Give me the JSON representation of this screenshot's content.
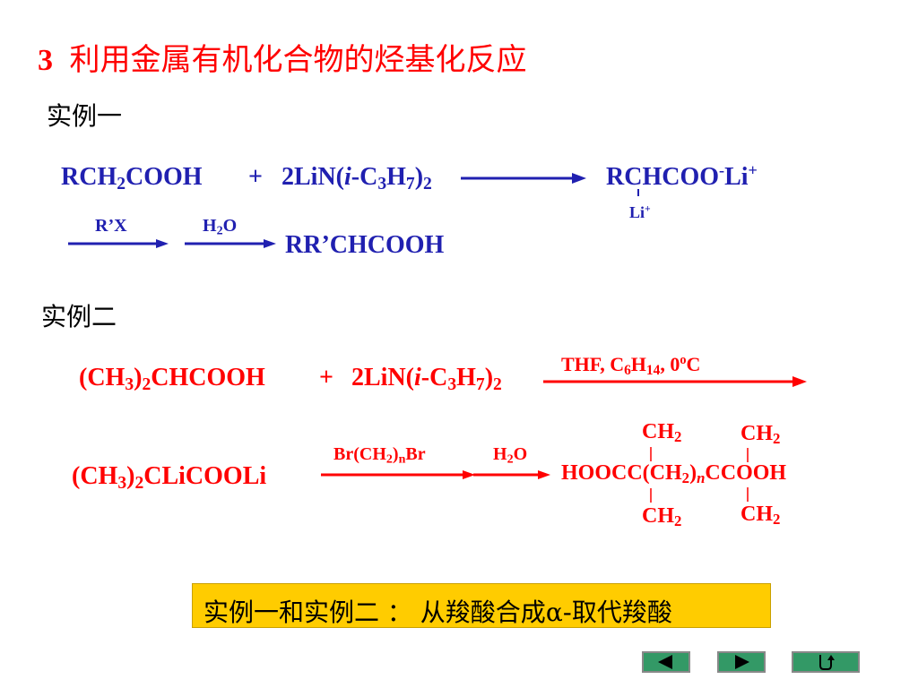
{
  "title": {
    "number": "3",
    "text": "利用金属有机化合物的烃基化反应"
  },
  "example1": {
    "label": "实例一",
    "reactant1": {
      "p1": "RCH",
      "s1": "2",
      "p2": "COOH"
    },
    "plus": "+",
    "reactant2": {
      "p1": "2LiN(",
      "it": "i",
      "p2": "-C",
      "s1": "3",
      "p3": "H",
      "s2": "7",
      "p4": ")",
      "s3": "2"
    },
    "product1": {
      "p1": "RCHCOO",
      "sup1": "-",
      "p2": "Li",
      "sup2": "+"
    },
    "li_below": {
      "p1": "Li",
      "sup": "+"
    },
    "reagent_rx": "R’X",
    "reagent_h2o": {
      "p1": "H",
      "s1": "2",
      "p2": "O"
    },
    "product2": "RR’CHCOOH"
  },
  "example2": {
    "label": "实例二",
    "reactant1": {
      "p1": "(CH",
      "s1": "3",
      "p2": ")",
      "s2": "2",
      "p3": "CHCOOH"
    },
    "plus": "+",
    "reactant2": {
      "p1": "2LiN(",
      "it": "i",
      "p2": "-C",
      "s1": "3",
      "p3": "H",
      "s2": "7",
      "p4": ")",
      "s3": "2"
    },
    "conditions": {
      "p1": "THF,  C",
      "s1": "6",
      "p2": "H",
      "s2": "14",
      "p3": ",  0",
      "sup": "o",
      "p4": "C"
    },
    "intermediate": {
      "p1": "(CH",
      "s1": "3",
      "p2": ")",
      "s2": "2",
      "p3": "CLiCOOLi"
    },
    "reagent_br": {
      "p1": "Br(CH",
      "s1": "2",
      "p2": ")",
      "s2": "n",
      "p3": "Br"
    },
    "reagent_h2o": {
      "p1": "H",
      "s1": "2",
      "p2": "O"
    },
    "product_main": {
      "p1": "HOOCC(CH",
      "s1": "2",
      "p2": ")",
      "s2": "n",
      "p3": "CCOOH"
    },
    "ch2": {
      "p1": "CH",
      "s1": "2"
    }
  },
  "summary": {
    "p1": "实例一和实例二 ：  从羧酸合成",
    "alpha": "α",
    "p2": "-取代羧酸"
  },
  "colors": {
    "title": "#ff0000",
    "example1": "#2020b0",
    "example2": "#ff0000",
    "summary_bg": "#ffcc00",
    "nav_bg": "#339966"
  },
  "nav": {
    "prev": "triangle-left-icon",
    "next": "triangle-right-icon",
    "return": "return-arrow-icon"
  }
}
